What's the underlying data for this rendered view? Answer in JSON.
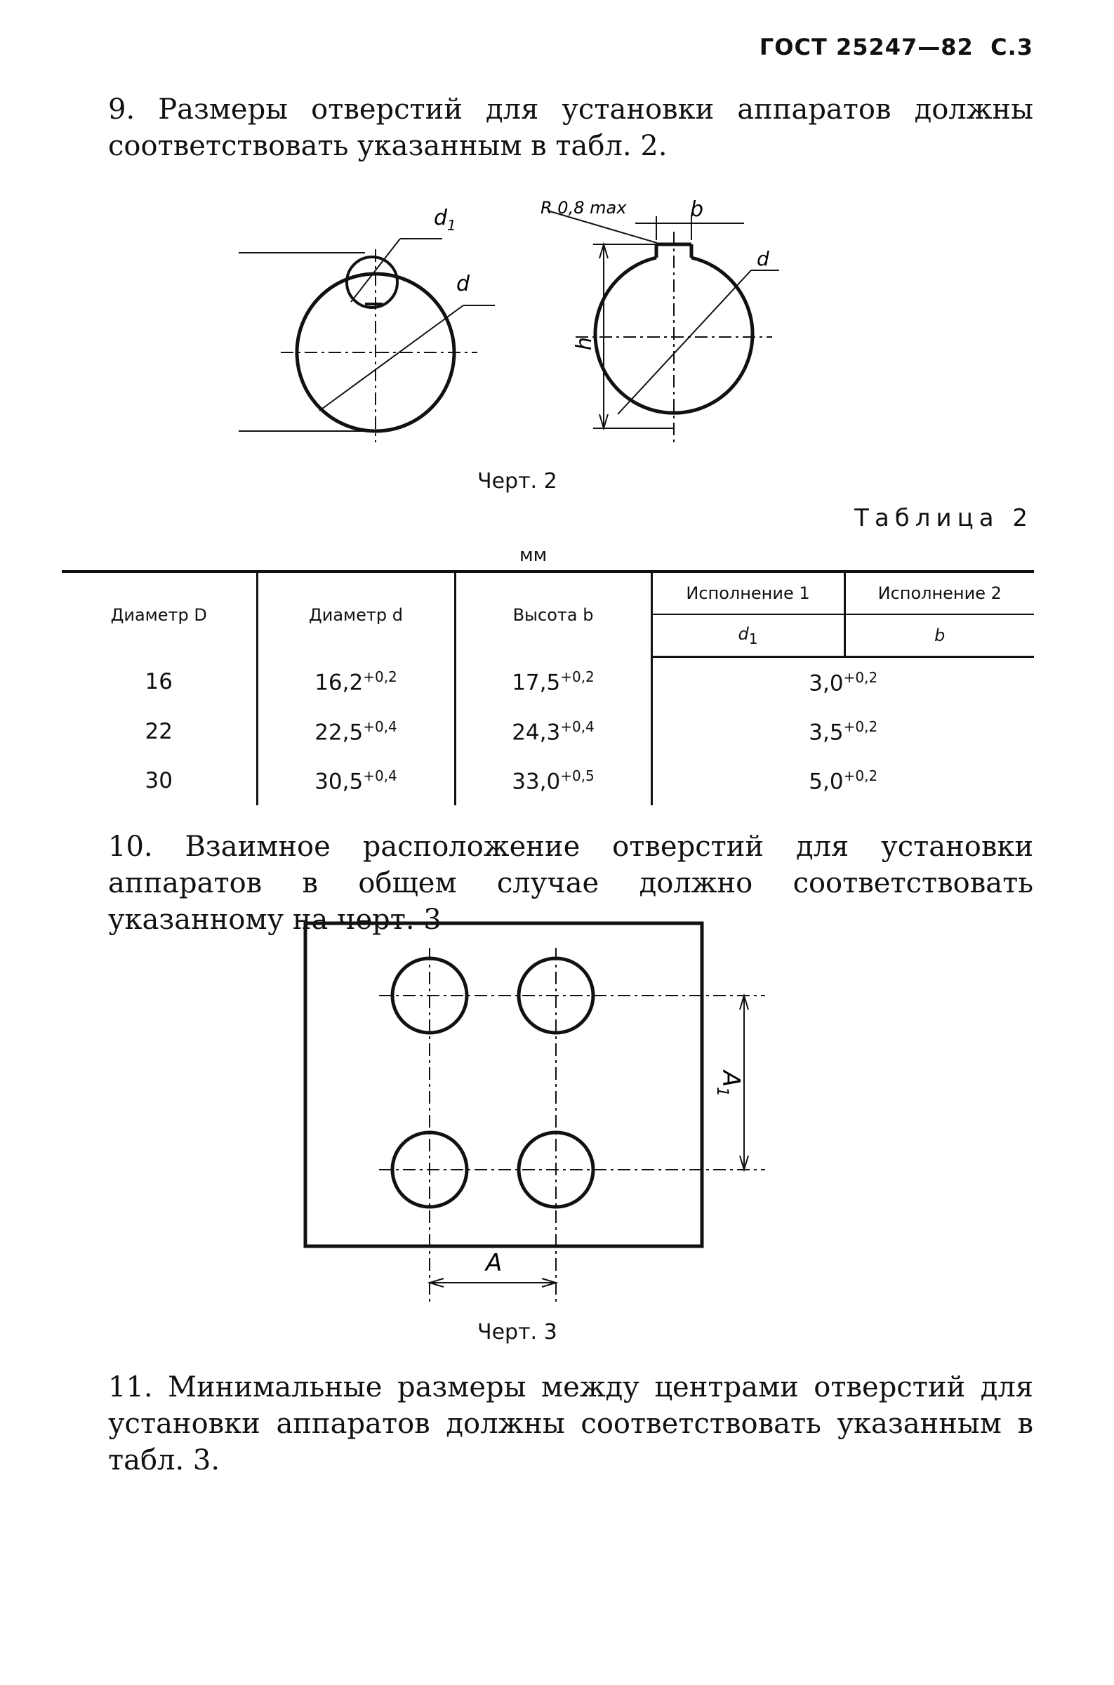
{
  "header": {
    "code": "ГОСТ 25247—82",
    "page": "С.3"
  },
  "paragraphs": {
    "p9": "9. Размеры отверстий для установки аппаратов должны соответствовать указанным в табл. 2.",
    "p10": "10. Взаимное расположение отверстий для установки аппаратов в общем случае должно соответствовать указанному на черт. 3",
    "p11": "11. Минимальные размеры между центрами отверстий для установки аппаратов должны соответствовать указанным в табл. 3."
  },
  "fig2": {
    "caption": "Черт. 2",
    "labels": {
      "d1": "d",
      "d1_sub": "1",
      "d": "d",
      "h_left": "h",
      "h_right": "h",
      "radius": "R 0,8 max",
      "b": "b",
      "d_right": "d"
    }
  },
  "table2": {
    "title": "Таблица 2",
    "units": "мм",
    "headers": {
      "col1": "Диаметр D",
      "col2": "Диаметр d",
      "col3": "Высота b",
      "exec1": "Исполнение 1",
      "exec2": "Исполнение 2",
      "sub1": "d",
      "sub1_index": "1",
      "sub2": "b"
    },
    "rows": [
      {
        "D": "16",
        "d": "16,2",
        "d_tol": "+0,2",
        "h": "17,5",
        "h_tol": "+0,2",
        "v": "3,0",
        "v_tol": "+0,2"
      },
      {
        "D": "22",
        "d": "22,5",
        "d_tol": "+0,4",
        "h": "24,3",
        "h_tol": "+0,4",
        "v": "3,5",
        "v_tol": "+0,2"
      },
      {
        "D": "30",
        "d": "30,5",
        "d_tol": "+0,4",
        "h": "33,0",
        "h_tol": "+0,5",
        "v": "5,0",
        "v_tol": "+0,2"
      }
    ]
  },
  "fig3": {
    "caption": "Черт. 3",
    "labels": {
      "A": "A",
      "A1": "A",
      "A1_sub": "1"
    }
  }
}
